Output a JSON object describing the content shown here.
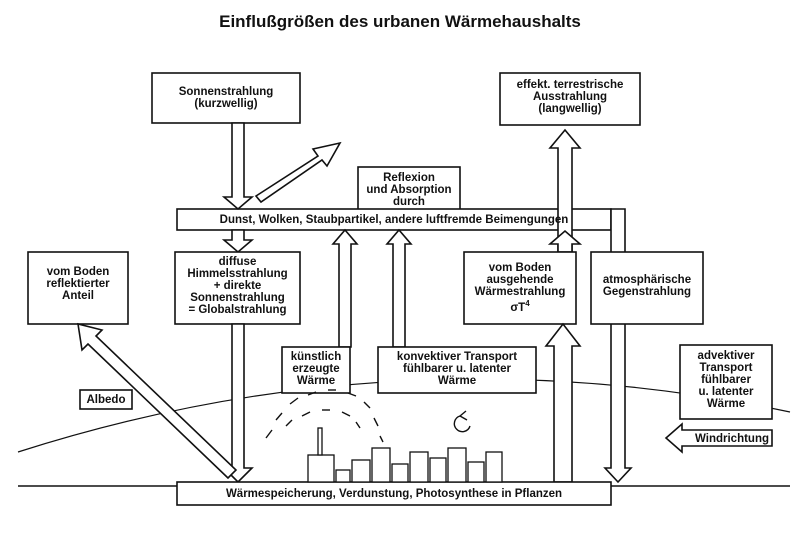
{
  "title": "Einflußgrößen des urbanen Wärmehaushalts",
  "boxes": {
    "sun": "Sonnenstrahlung\n(kurzwellig)",
    "terrestrial": "effekt. terrestrische\nAusstrahlung\n(langwellig)",
    "reflexion": "Reflexion\nund Absorption\ndurch",
    "haze_band": "Dunst, Wolken, Staubpartikel, andere luftfremde Beimengungen",
    "ground_reflected": "vom Boden\nreflektierter\nAnteil",
    "global_radiation": "diffuse\nHimmelsstrahlung\n+ direkte\nSonnenstrahlung\n= Globalstrahlung",
    "ground_emitted": "vom Boden\nausgehende\nWärmestrahlung",
    "ground_emitted_formula": "σT",
    "ground_emitted_exponent": "4",
    "counter_radiation": "atmosphärische\nGegenstrahlung",
    "artificial_heat": "künstlich\nerzeugte\nWärme",
    "convective": "konvektiver Transport\nfühlbarer u. latenter\nWärme",
    "advective": "advektiver\nTransport\nfühlbarer\nu. latenter\nWärme",
    "albedo": "Albedo",
    "wind": "Windrichtung",
    "storage_band": "Wärmespeicherung, Verdunstung, Photosynthese in Pflanzen"
  }
}
